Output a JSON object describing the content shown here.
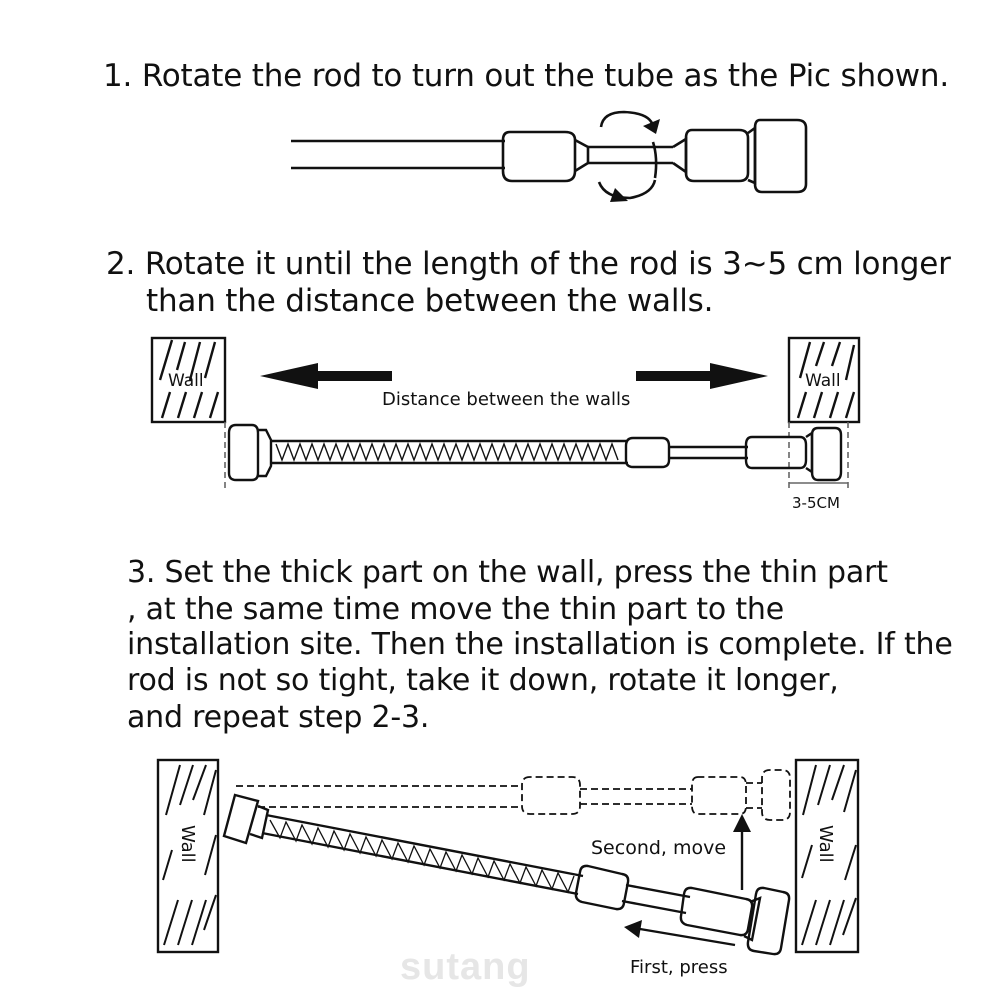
{
  "steps": {
    "step1": "1. Rotate the rod to turn out the tube as the Pic shown.",
    "step2_line1": "2. Rotate it until the length of the rod is 3~5 cm longer",
    "step2_line2": "than the distance between the walls.",
    "step3_lines": [
      "3. Set the thick part on the wall, press the thin part",
      ", at the same time move the thin part to the",
      "installation site. Then the installation is complete. If the",
      "rod is not so tight, take it down, rotate it longer,",
      "and repeat step 2-3."
    ]
  },
  "diagram2": {
    "wall_left": "Wall",
    "wall_right": "Wall",
    "distance_label": "Distance between the walls",
    "extra_length_label": "3-5CM"
  },
  "diagram3": {
    "wall_left": "Wall",
    "wall_right": "Wall",
    "second_label": "Second, move",
    "first_label": "First, press"
  },
  "watermark": "sutang",
  "colors": {
    "ink": "#111111",
    "watermark": "#e6e6e6",
    "background": "#ffffff"
  }
}
